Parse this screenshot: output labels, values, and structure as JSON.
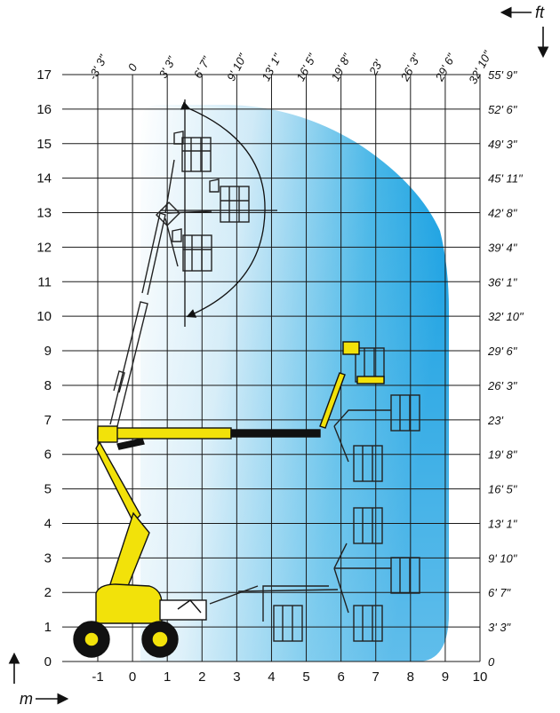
{
  "units": {
    "metric": "m",
    "imperial": "ft"
  },
  "x_axis_m": {
    "min": -1,
    "max": 10,
    "labels": [
      "-1",
      "0",
      "1",
      "2",
      "3",
      "4",
      "5",
      "6",
      "7",
      "8",
      "9",
      "10"
    ]
  },
  "y_axis_m": {
    "min": 0,
    "max": 17,
    "labels": [
      "0",
      "1",
      "2",
      "3",
      "4",
      "5",
      "6",
      "7",
      "8",
      "9",
      "10",
      "11",
      "12",
      "13",
      "14",
      "15",
      "16",
      "17"
    ]
  },
  "x_axis_ft": {
    "labels": [
      "-3' 3\"",
      "0",
      "3' 3\"",
      "6' 7\"",
      "9' 10\"",
      "13' 1\"",
      "16' 5\"",
      "19' 8\"",
      "23'",
      "26' 3\"",
      "29' 6\"",
      "32' 10\""
    ]
  },
  "y_axis_ft": {
    "labels": [
      "0",
      "3' 3\"",
      "6' 7\"",
      "9' 10\"",
      "13' 1\"",
      "16' 5\"",
      "19' 8\"",
      "23'",
      "26' 3\"",
      "29' 6\"",
      "32' 10\"",
      "36' 1\"",
      "39' 4\"",
      "42' 8\"",
      "45' 11\"",
      "49' 3\"",
      "52' 6\"",
      "55' 9\""
    ]
  },
  "colors": {
    "grid": "#1a1a1a",
    "envelope_light": "#eaf6fc",
    "envelope_dark": "#0a9ee0",
    "machine_yellow": "#f2e20a",
    "machine_dark": "#1a1a1a"
  }
}
